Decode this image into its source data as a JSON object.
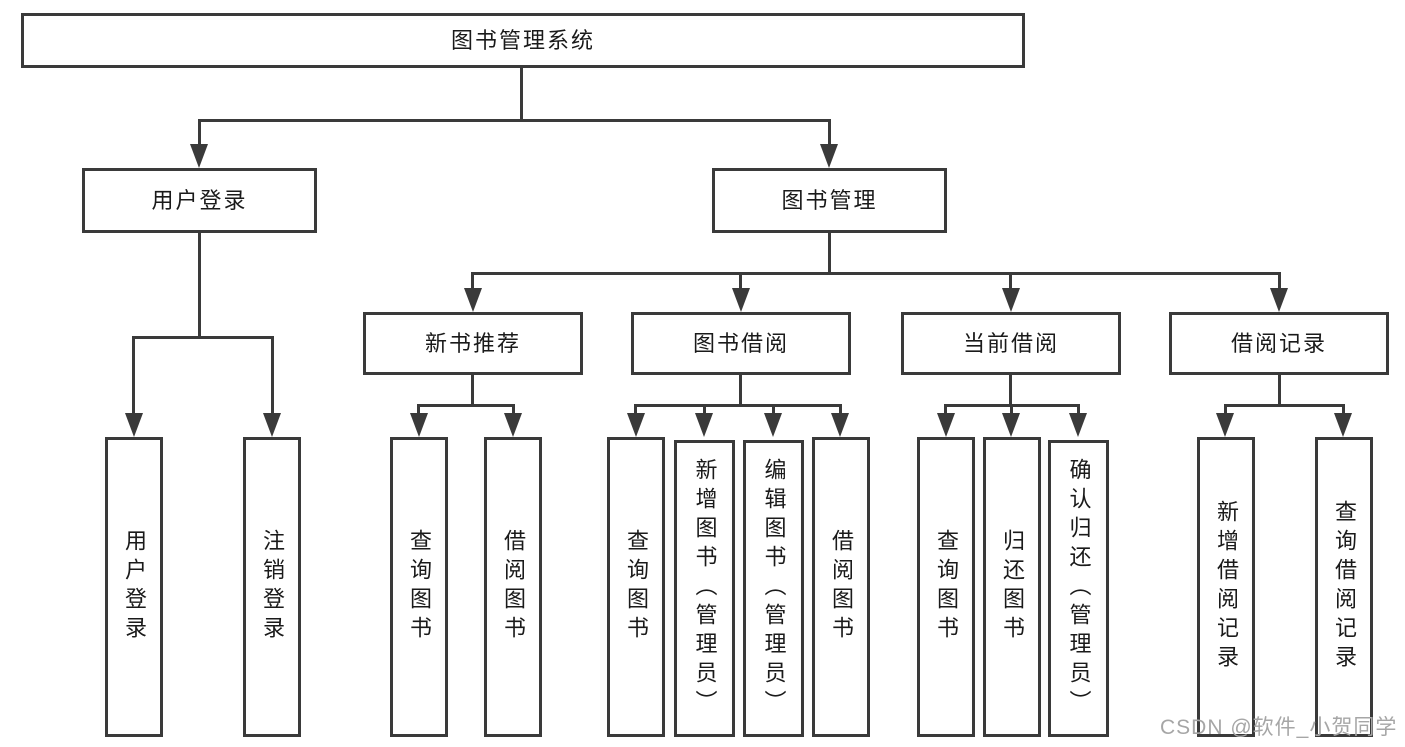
{
  "diagram": {
    "tree": {
      "root": "图书管理系统",
      "children": [
        {
          "label": "用户登录",
          "children": [
            "用户登录",
            "注销登录"
          ]
        },
        {
          "label": "图书管理",
          "children": [
            {
              "label": "新书推荐",
              "children": [
                "查询图书",
                "借阅图书"
              ]
            },
            {
              "label": "图书借阅",
              "children": [
                "查询图书",
                "新增图书（管理员）",
                "编辑图书（管理员）",
                "借阅图书"
              ]
            },
            {
              "label": "当前借阅",
              "children": [
                "查询图书",
                "归还图书",
                "确认归还（管理员）"
              ]
            },
            {
              "label": "借阅记录",
              "children": [
                "新增借阅记录",
                "查询借阅记录"
              ]
            }
          ]
        }
      ]
    },
    "watermark": "CSDN @软件_小贺同学",
    "colors": {
      "line": "#3a3a3a",
      "text": "#1a1a1a",
      "box_background": "#ffffff",
      "page_background": "#ffffff",
      "watermark": "#a6a6a6"
    }
  }
}
